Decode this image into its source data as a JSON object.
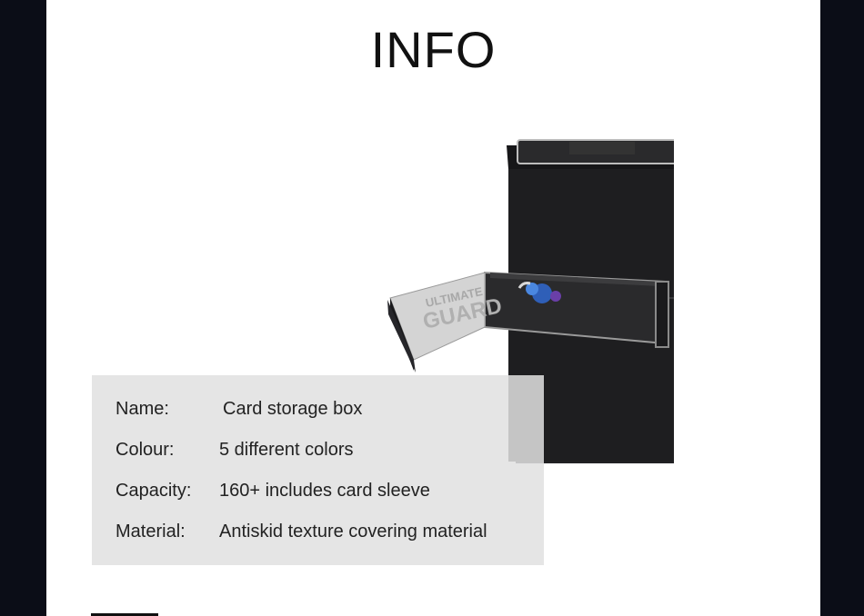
{
  "heading": "INFO",
  "product_image": {
    "icon": "card-storage-box-photo",
    "logo_text": "ULTIMATE GUARD",
    "colors": {
      "box": "#1c1c1e",
      "trim": "#c7c7c7",
      "interior": "#d9d9d9"
    }
  },
  "info": {
    "rows": [
      {
        "label": "Name:",
        "value": "Card storage box"
      },
      {
        "label": "Colour:",
        "value": "5 different colors"
      },
      {
        "label": "Capacity:",
        "value": "160+ includes card sleeve"
      },
      {
        "label": "Material:",
        "value": "Antiskid texture covering material"
      }
    ]
  }
}
